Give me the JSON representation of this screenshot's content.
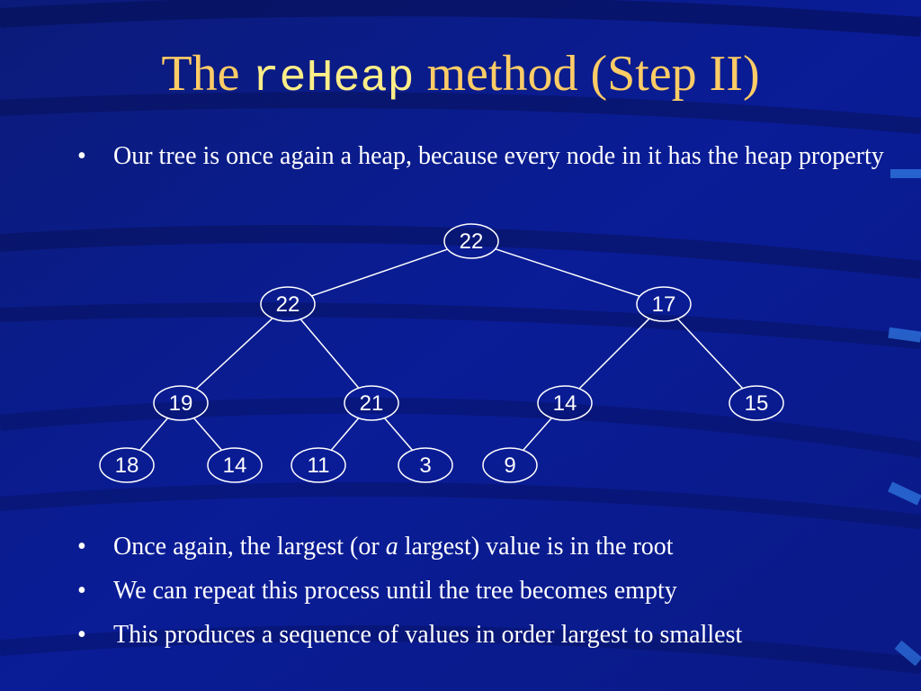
{
  "slide": {
    "title_prefix": "The ",
    "title_code": "reHeap",
    "title_suffix": " method (Step II)",
    "bullets_top": [
      "Our tree is once again a heap, because every node in it has the heap property"
    ],
    "bullets_bottom": [
      {
        "before": "Once again, the largest (or ",
        "em": "a",
        "after": " largest) value is in the root"
      },
      {
        "before": "We can repeat this process until the tree becomes empty",
        "em": "",
        "after": ""
      },
      {
        "before": "This produces a sequence of values in order largest to smallest",
        "em": "",
        "after": ""
      }
    ]
  },
  "tree": {
    "nodes": [
      {
        "id": "n0",
        "value": "22"
      },
      {
        "id": "n1",
        "value": "22"
      },
      {
        "id": "n2",
        "value": "17"
      },
      {
        "id": "n3",
        "value": "19"
      },
      {
        "id": "n4",
        "value": "21"
      },
      {
        "id": "n5",
        "value": "14"
      },
      {
        "id": "n6",
        "value": "15"
      },
      {
        "id": "n7",
        "value": "18"
      },
      {
        "id": "n8",
        "value": "14"
      },
      {
        "id": "n9",
        "value": "11"
      },
      {
        "id": "n10",
        "value": "3"
      },
      {
        "id": "n11",
        "value": "9"
      }
    ],
    "edges": [
      [
        "n0",
        "n1"
      ],
      [
        "n0",
        "n2"
      ],
      [
        "n1",
        "n3"
      ],
      [
        "n1",
        "n4"
      ],
      [
        "n2",
        "n5"
      ],
      [
        "n2",
        "n6"
      ],
      [
        "n3",
        "n7"
      ],
      [
        "n3",
        "n8"
      ],
      [
        "n4",
        "n9"
      ],
      [
        "n4",
        "n10"
      ],
      [
        "n5",
        "n11"
      ]
    ]
  },
  "colors": {
    "background": "#0a1a8a",
    "title": "#ffcc66",
    "text": "#ffffff",
    "node_stroke": "#ffffff"
  }
}
